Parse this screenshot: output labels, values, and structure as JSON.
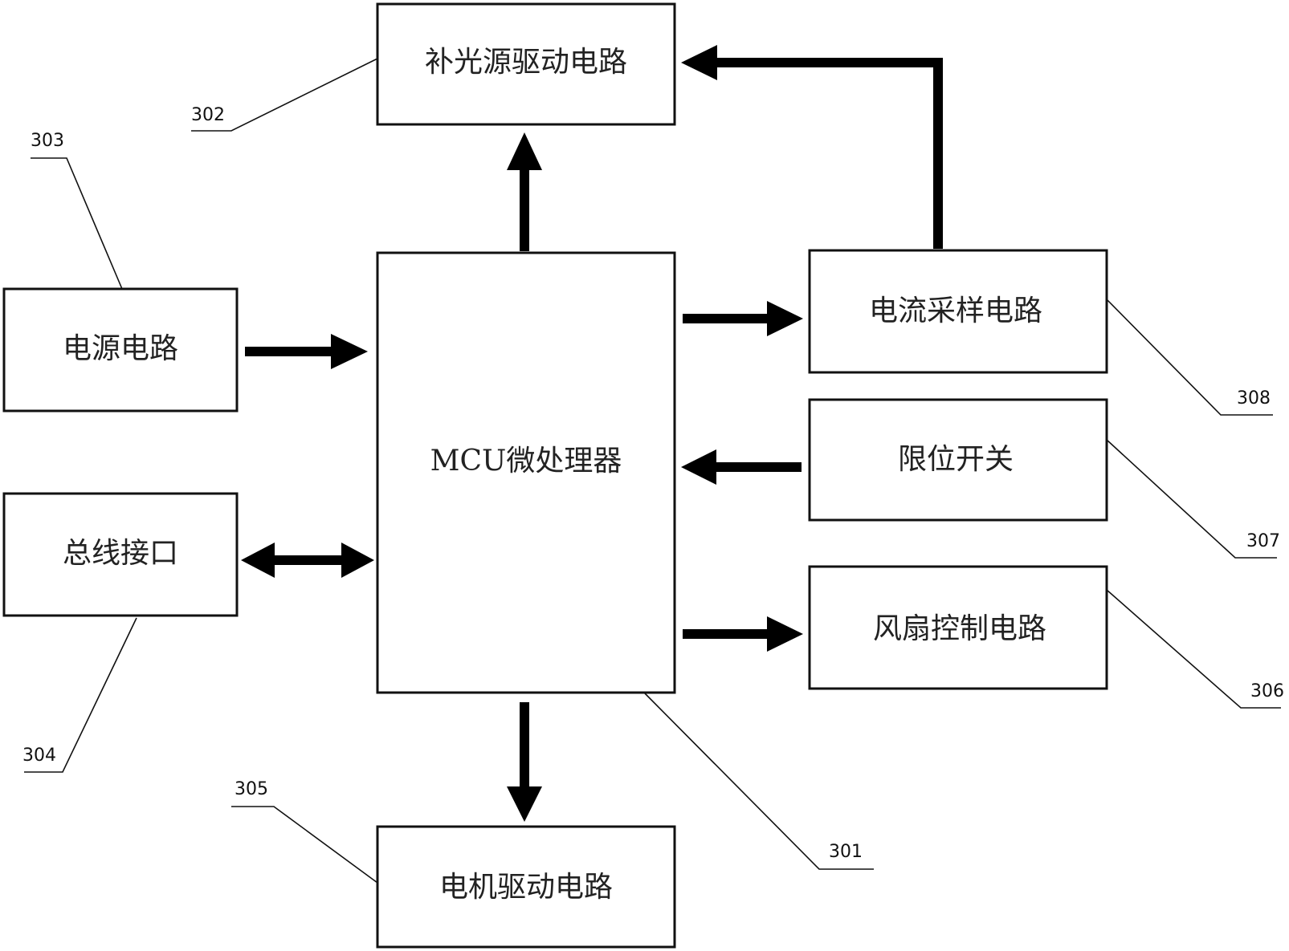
{
  "diagram": {
    "boxes": {
      "fill_light_driver": {
        "label": "补光源驱动电路",
        "ref": "302"
      },
      "power": {
        "label": "电源电路",
        "ref": "303"
      },
      "bus_interface": {
        "label": "总线接口",
        "ref": "304"
      },
      "mcu": {
        "label": "MCU微处理器",
        "ref": "301"
      },
      "motor_driver": {
        "label": "电机驱动电路",
        "ref": "305"
      },
      "current_sampling": {
        "label": "电流采样电路",
        "ref": "308"
      },
      "limit_switch": {
        "label": "限位开关",
        "ref": "307"
      },
      "fan_control": {
        "label": "风扇控制电路",
        "ref": "306"
      }
    },
    "connections": [
      {
        "from": "power",
        "to": "mcu",
        "direction": "one-way"
      },
      {
        "from": "bus_interface",
        "to": "mcu",
        "direction": "two-way"
      },
      {
        "from": "mcu",
        "to": "fill_light_driver",
        "direction": "one-way"
      },
      {
        "from": "mcu",
        "to": "current_sampling",
        "direction": "one-way"
      },
      {
        "from": "limit_switch",
        "to": "mcu",
        "direction": "one-way"
      },
      {
        "from": "mcu",
        "to": "fan_control",
        "direction": "one-way"
      },
      {
        "from": "mcu",
        "to": "motor_driver",
        "direction": "one-way"
      },
      {
        "from": "current_sampling",
        "to": "fill_light_driver",
        "direction": "one-way"
      }
    ]
  }
}
